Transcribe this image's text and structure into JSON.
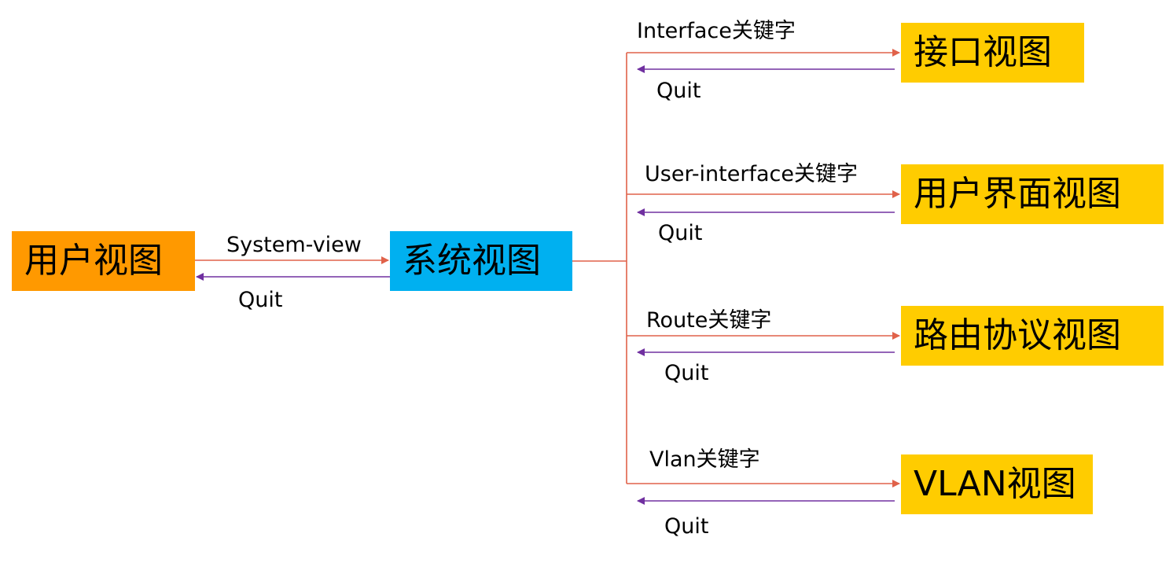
{
  "colors": {
    "user_view_fill": "#FF9900",
    "system_view_fill": "#00B0F0",
    "sub_view_fill": "#FFCC00",
    "enter_arrow": "#E0624A",
    "quit_arrow": "#7030A0"
  },
  "nodes": {
    "user_view": "用户视图",
    "system_view": "系统视图",
    "interface_view": "接口视图",
    "user_interface_view": "用户界面视图",
    "route_view": "路由协议视图",
    "vlan_view": "VLAN视图"
  },
  "edges": {
    "system_view_cmd": "System-view",
    "system_quit": "Quit",
    "interface_cmd": "Interface关键字",
    "interface_quit": "Quit",
    "user_interface_cmd": "User-interface关键字",
    "user_interface_quit": "Quit",
    "route_cmd": "Route关键字",
    "route_quit": "Quit",
    "vlan_cmd": "Vlan关键字",
    "vlan_quit": "Quit"
  }
}
